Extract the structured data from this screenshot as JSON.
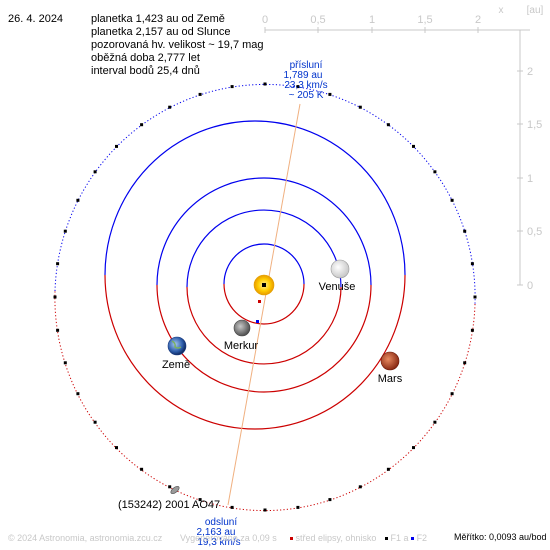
{
  "date": "26. 4. 2024",
  "info_lines": [
    "planetka 1,423 au od Země",
    "planetka 2,157 au od Slunce",
    "pozorovaná hv. velikost ~ 19,7 mag",
    "oběžná doba 2,777 let",
    "interval bodů 25,4 dnů"
  ],
  "axis": {
    "unit_label": "[au]",
    "x_label": "x",
    "top_ticks": [
      "0",
      "0,5",
      "1",
      "1,5",
      "2"
    ],
    "right_ticks": [
      "2",
      "1,5",
      "1",
      "0,5",
      "0"
    ]
  },
  "perihelion": {
    "title": "přísluní",
    "distance": "1,789 au",
    "speed": "23,3 km/s",
    "temp": "~ 205 K"
  },
  "aphelion": {
    "title": "odsluní",
    "distance": "2,163 au",
    "speed": "19,3 km/s"
  },
  "planets": {
    "mercury": "Merkur",
    "venus": "Venuše",
    "earth": "Země",
    "mars": "Mars"
  },
  "asteroid_name": "(153242) 2001 AO47",
  "footer": {
    "copyright": "© 2024 Astronomia, astronomia.zcu.cz",
    "timing": "Vygenerováno za 0,09 s",
    "legend_center": "střed elipsy, ohnisko",
    "legend_f1": "F1 a",
    "legend_f2": "F2",
    "scale": "Měřítko: 0,0093 au/bod"
  },
  "colors": {
    "orbit_blue": "#0000ee",
    "orbit_red": "#cc0000",
    "apsides_line": "#f0b080",
    "label_blue": "#0033cc",
    "axis_grey": "#c8c8c8",
    "sun": "#ffcc00",
    "mars": "#c0462a"
  }
}
